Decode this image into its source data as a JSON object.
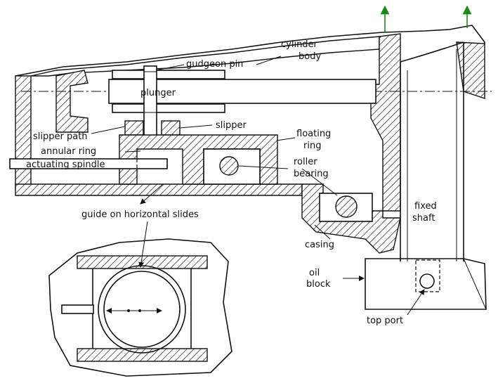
{
  "labels": {
    "gudgeon_pin": "gudgeon pin",
    "cylinder": "cylinder",
    "body": "body",
    "plunger": "plunger",
    "slipper_path": "slipper path",
    "slipper": "slipper",
    "floating": "floating",
    "ring": "ring",
    "annular_ring": "annular ring",
    "actuating_spindle": "actuating spindle",
    "roller": "roller",
    "bearing": "bearing",
    "guide": "guide on horizontal slides",
    "casing": "casing",
    "fixed": "fixed",
    "shaft": "shaft",
    "oil": "oil",
    "block": "block",
    "top_port": "top port"
  },
  "colors": {
    "line": "#111111",
    "flow_arrow": "#1a8a1a",
    "background": "#ffffff"
  }
}
